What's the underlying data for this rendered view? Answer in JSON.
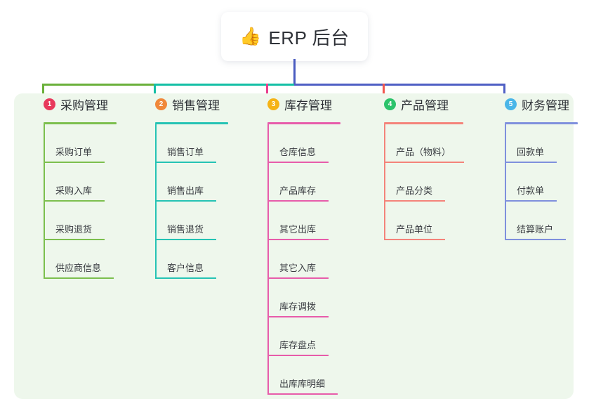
{
  "root": {
    "icon": "thumbs-up-emoji",
    "emoji": "👍",
    "title": "ERP 后台"
  },
  "colors": {
    "panel_bg": "#eef7ec",
    "page_bg": "#ffffff",
    "root_stem": "#4a5bc0",
    "bus_green": "#6ab03a",
    "bus_teal": "#14bfa5",
    "bus_blue": "#4f5fc4",
    "drop_green": "#6ab03a",
    "drop_teal": "#14bfa5",
    "drop_pink": "#ea3f8e",
    "drop_red": "#f2564e",
    "drop_blue": "#4f5fc4"
  },
  "columns": [
    {
      "number": "1",
      "title": "采购管理",
      "badge_color": "#e8395c",
      "line_color": "#7cbf4e",
      "header_rule_width": 104,
      "items": [
        {
          "label": "采购订单",
          "rule_width": 87
        },
        {
          "label": "采购入库",
          "rule_width": 87
        },
        {
          "label": "采购退货",
          "rule_width": 87
        },
        {
          "label": "供应商信息",
          "rule_width": 100
        }
      ]
    },
    {
      "number": "2",
      "title": "销售管理",
      "badge_color": "#f0883a",
      "line_color": "#25c3b4",
      "header_rule_width": 104,
      "items": [
        {
          "label": "销售订单",
          "rule_width": 87
        },
        {
          "label": "销售出库",
          "rule_width": 87
        },
        {
          "label": "销售退货",
          "rule_width": 87
        },
        {
          "label": "客户信息",
          "rule_width": 87
        }
      ]
    },
    {
      "number": "3",
      "title": "库存管理",
      "badge_color": "#f5b316",
      "line_color": "#e75caa",
      "header_rule_width": 104,
      "items": [
        {
          "label": "仓库信息",
          "rule_width": 87
        },
        {
          "label": "产品库存",
          "rule_width": 87
        },
        {
          "label": "其它出库",
          "rule_width": 87
        },
        {
          "label": "其它入库",
          "rule_width": 87
        },
        {
          "label": "库存调拨",
          "rule_width": 87
        },
        {
          "label": "库存盘点",
          "rule_width": 87
        },
        {
          "label": "出库库明细",
          "rule_width": 100
        }
      ]
    },
    {
      "number": "4",
      "title": "产品管理",
      "badge_color": "#2cc36b",
      "line_color": "#f4837a",
      "header_rule_width": 113,
      "items": [
        {
          "label": "产品（物料）",
          "rule_width": 114
        },
        {
          "label": "产品分类",
          "rule_width": 87
        },
        {
          "label": "产品单位",
          "rule_width": 87
        }
      ]
    },
    {
      "number": "5",
      "title": "财务管理",
      "badge_color": "#4ab6e8",
      "line_color": "#7f90dd",
      "header_rule_width": 104,
      "items": [
        {
          "label": "回款单",
          "rule_width": 74
        },
        {
          "label": "付款单",
          "rule_width": 74
        },
        {
          "label": "结算账户",
          "rule_width": 87
        }
      ]
    }
  ]
}
